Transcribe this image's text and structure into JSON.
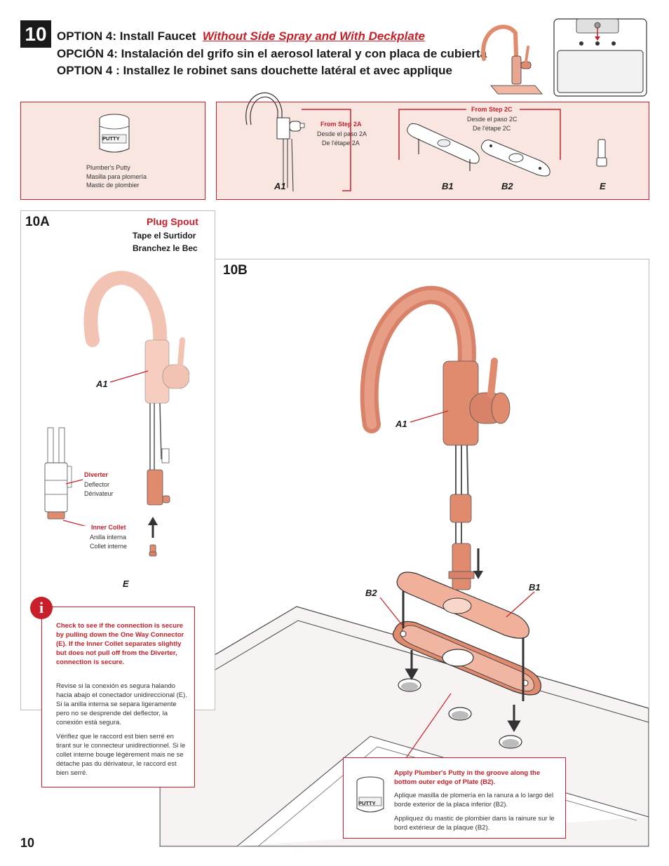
{
  "header": {
    "step_number": "10",
    "line1_prefix": "OPTION 4:  Install Faucet",
    "line1_emphasis": "Without Side Spray and With Deckplate",
    "line2": "OPCIÓN 4:  Instalación del grifo sin el aerosol lateral y con placa de cubierta",
    "line3": "OPTION 4 : Installez le robinet sans douchette latéral et avec applique"
  },
  "parts_left": {
    "putty_label": "PUTTY",
    "name_en": "Plumber's Putty",
    "name_es": "Masilla para plomería",
    "name_fr": "Mastic de plombier"
  },
  "parts_right": {
    "from2a_en": "From Step 2A",
    "from2a_es": "Desde el paso 2A",
    "from2a_fr": "De l'étape 2A",
    "from2c_en": "From Step 2C",
    "from2c_es": "Desde el paso 2C",
    "from2c_fr": "De l'étape 2C",
    "ids": [
      "A1",
      "B1",
      "B2",
      "E"
    ]
  },
  "section_10a": {
    "label": "10A",
    "heading_en": "Plug Spout",
    "heading_es": "Tape el Surtidor",
    "heading_fr": "Branchez le Bec",
    "a1": "A1",
    "e": "E",
    "diverter_en": "Diverter",
    "diverter_es": "Deflector",
    "diverter_fr": "Dérivateur",
    "collet_en": "Inner Collet",
    "collet_es": "Anilla interna",
    "collet_fr": "Collet interne"
  },
  "note": {
    "icon": "i",
    "en": "Check to see if the connection is secure by pulling down the One Way Connector (E).  If the Inner Collet separates slightly but does not pull off from the Diverter, connection is secure.",
    "es": "Revise si la conexión es segura halando hacia abajo el conectador unidireccional (E). Si la anilla interna se separa ligeramente pero no se desprende del deflector, la conexión está segura.",
    "fr": "Vérifiez que le raccord est bien serré en tirant sur le connecteur unidirectionnel. Si le collet interne bouge  légèrement mais ne se détache pas du dérivateur, le raccord est bien serré."
  },
  "section_10b": {
    "label": "10B",
    "a1": "A1",
    "b1": "B1",
    "b2": "B2",
    "putty_note_en": "Apply Plumber's Putty in the groove along the bottom outer edge of Plate (B2).",
    "putty_note_es": "Aplique masilla de plomería en la ranura a lo largo del borde exterior de la placa inferior (B2).",
    "putty_note_fr": "Appliquez du mastic de plombier dans la rainure sur le bord extérieur de la plaque (B2).",
    "putty_label": "PUTTY"
  },
  "footer": {
    "page_number": "10"
  },
  "colors": {
    "accent_red": "#c8202a",
    "copper": "#e08a6e",
    "copper_light": "#f6cdbf",
    "panel_pink": "#f9e6e1"
  }
}
